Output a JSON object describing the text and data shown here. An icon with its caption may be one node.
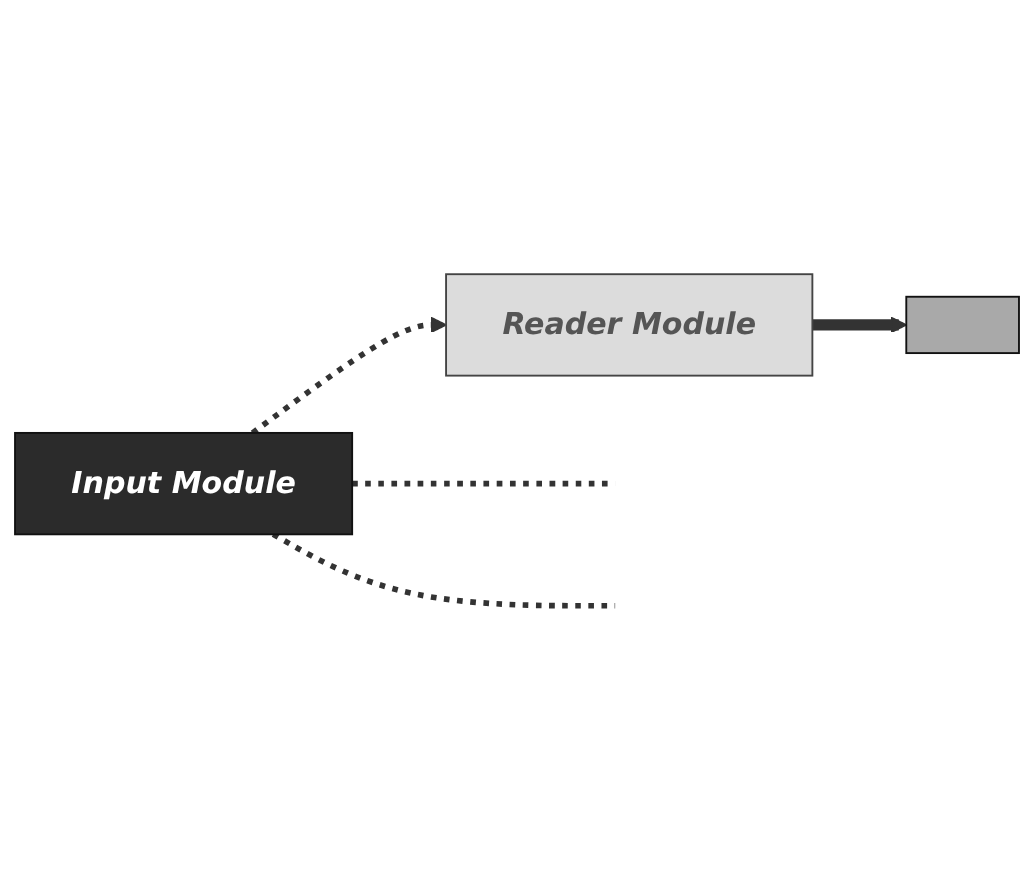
{
  "diagram": {
    "nodes": [
      {
        "text": [
          "Reader Module"
        ]
      },
      {
        "text": [],
        "shape": "box"
      },
      {
        "text": [
          "Input Module"
        ]
      }
    ],
    "edges": [
      {
        "from": 0,
        "to": 1,
        "arrow": "to",
        "style": "thick"
      },
      {
        "from": 2,
        "to": 0,
        "arrow": "to",
        "style": "dashed"
      },
      {
        "from": 2,
        "to": null,
        "arrow": "none",
        "style": "dashed"
      },
      {
        "from": 2,
        "to": null,
        "arrow": "none",
        "style": "dashed"
      }
    ]
  }
}
